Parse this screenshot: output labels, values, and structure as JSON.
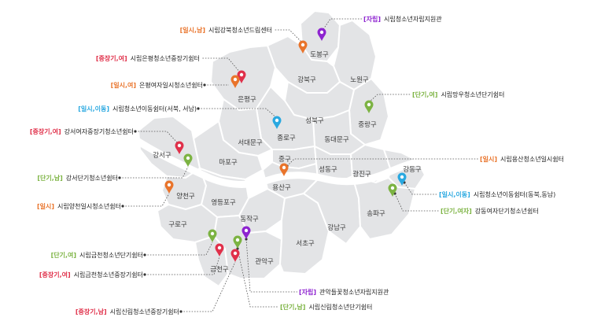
{
  "colors": {
    "emergency": "#e0304a",
    "temporary": "#e9742b",
    "shortterm": "#7cb342",
    "mobile": "#29a8e0",
    "independence": "#8e24d0"
  },
  "districts": [
    {
      "id": "dobong",
      "name": "도봉구"
    },
    {
      "id": "gangbuk",
      "name": "강북구"
    },
    {
      "id": "nowon",
      "name": "노원구"
    },
    {
      "id": "eunpyeong",
      "name": "은평구"
    },
    {
      "id": "seongbuk",
      "name": "성북구"
    },
    {
      "id": "jungnang",
      "name": "중랑구"
    },
    {
      "id": "jongno",
      "name": "종로구"
    },
    {
      "id": "seodaemun",
      "name": "서대문구"
    },
    {
      "id": "dongdaemun",
      "name": "동대문구"
    },
    {
      "id": "gangseo",
      "name": "강서구"
    },
    {
      "id": "mapo",
      "name": "마포구"
    },
    {
      "id": "junggu",
      "name": "중구"
    },
    {
      "id": "seongdong",
      "name": "성동구"
    },
    {
      "id": "gwangjin",
      "name": "광진구"
    },
    {
      "id": "gangdong",
      "name": "강동구"
    },
    {
      "id": "yongsan",
      "name": "용산구"
    },
    {
      "id": "yangcheon",
      "name": "양천구"
    },
    {
      "id": "yeongdeungpo",
      "name": "영등포구"
    },
    {
      "id": "dongjak",
      "name": "동작구"
    },
    {
      "id": "songpa",
      "name": "송파구"
    },
    {
      "id": "guro",
      "name": "구로구"
    },
    {
      "id": "gangnam",
      "name": "강남구"
    },
    {
      "id": "seocho",
      "name": "서초구"
    },
    {
      "id": "geumcheon",
      "name": "금천구"
    },
    {
      "id": "gwanak",
      "name": "관악구"
    }
  ],
  "shelters": [
    {
      "id": "s1",
      "tag": "[자립]",
      "name": "시립청소년자립지원관",
      "category": "independence"
    },
    {
      "id": "s2",
      "tag": "[일시,남]",
      "name": "시립강북청소년드림센터",
      "category": "temporary"
    },
    {
      "id": "s3",
      "tag": "[중장기,여]",
      "name": "시립은평청소년중장기쉼터",
      "category": "emergency"
    },
    {
      "id": "s4",
      "tag": "[일시,여]",
      "name": "은평여자일시청소년쉼터",
      "category": "temporary"
    },
    {
      "id": "s5",
      "tag": "[단기,여]",
      "name": "시립망우청소년단기쉼터",
      "category": "shortterm"
    },
    {
      "id": "s6",
      "tag": "[일시,이동]",
      "name": "시립청소년이동쉼터(서북, 서남)",
      "category": "mobile"
    },
    {
      "id": "s7",
      "tag": "[중장기,여]",
      "name": "강서여자중장기청소년쉼터",
      "category": "emergency"
    },
    {
      "id": "s8",
      "tag": "[일시]",
      "name": "시립용산청소년일시쉼터",
      "category": "temporary"
    },
    {
      "id": "s9",
      "tag": "[단기,남]",
      "name": "강서단기청소년쉼터",
      "category": "shortterm"
    },
    {
      "id": "s10",
      "tag": "[일시,이동]",
      "name": "시립청소년이동쉼터(동북,동남)",
      "category": "mobile"
    },
    {
      "id": "s11",
      "tag": "[일시]",
      "name": "시립양천일시청소년쉼터",
      "category": "temporary"
    },
    {
      "id": "s12",
      "tag": "[단기,여자]",
      "name": "강동여자단기청소년쉼터",
      "category": "shortterm"
    },
    {
      "id": "s13",
      "tag": "[단기,여]",
      "name": "시립금천청소년단기쉼터",
      "category": "shortterm"
    },
    {
      "id": "s14",
      "tag": "[중장기,여]",
      "name": "시립금천청소년중장기쉼터",
      "category": "emergency"
    },
    {
      "id": "s15",
      "tag": "[자립]",
      "name": "관악들꽃청소년자립지원관",
      "category": "independence"
    },
    {
      "id": "s16",
      "tag": "[중장기,남]",
      "name": "시립신림청소년중장기쉼터",
      "category": "emergency"
    },
    {
      "id": "s17",
      "tag": "[단기,남]",
      "name": "시립신림청소년단기쉼터",
      "category": "shortterm"
    }
  ]
}
